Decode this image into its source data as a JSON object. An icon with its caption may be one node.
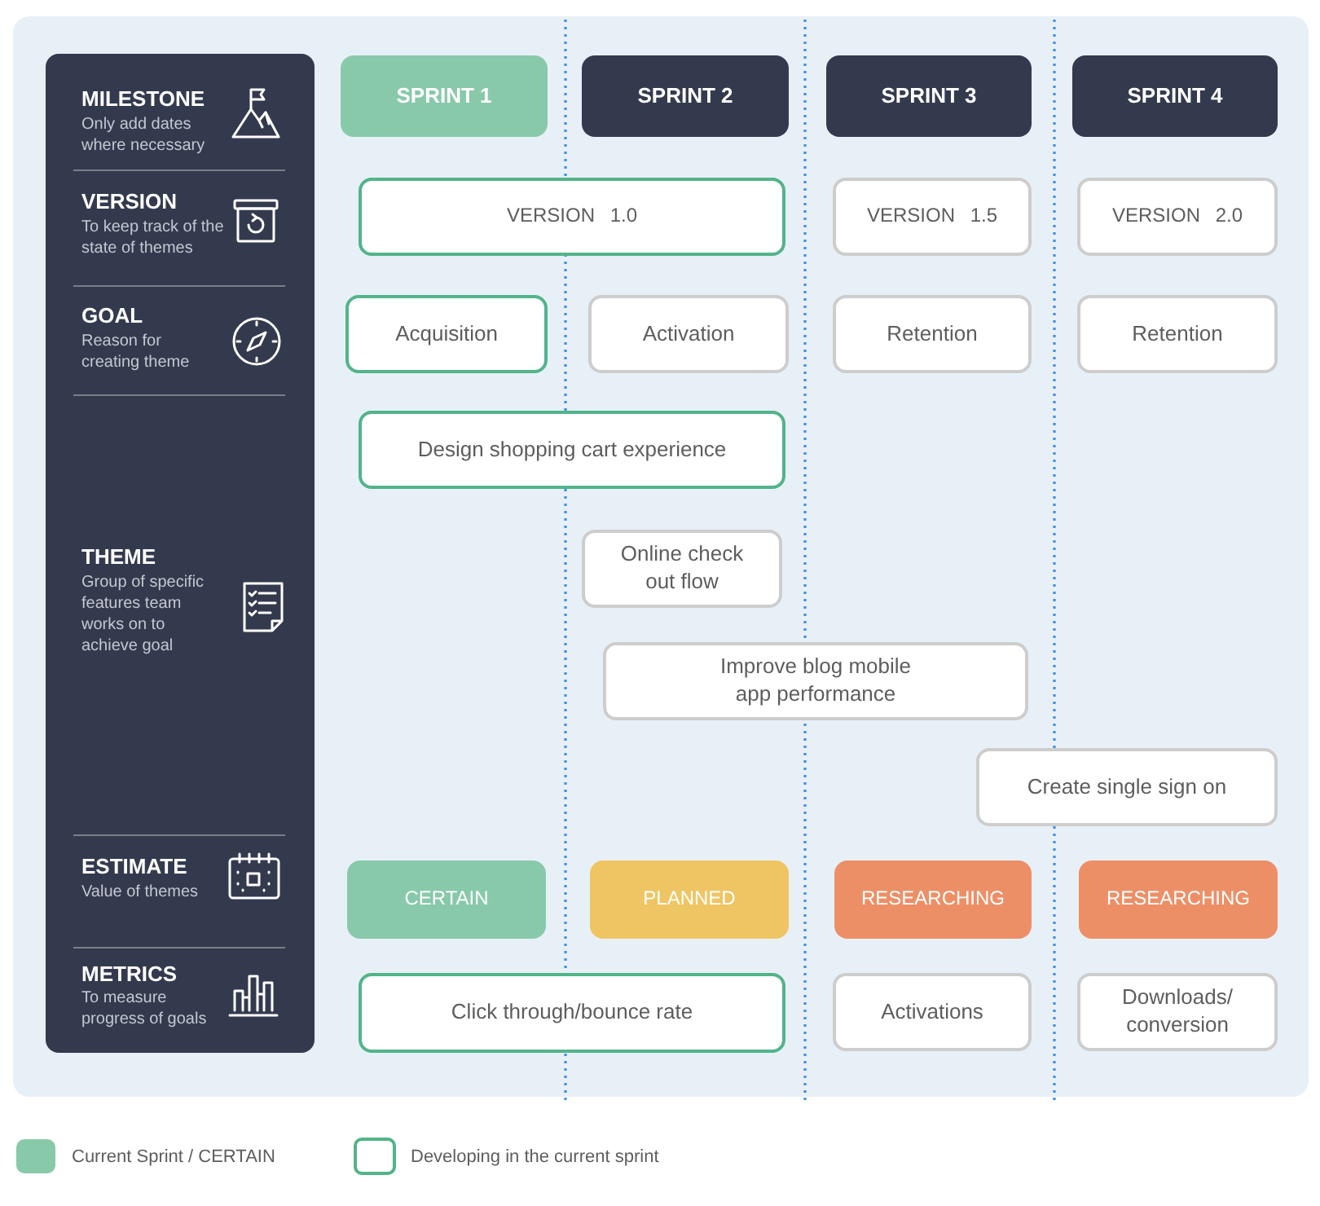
{
  "diagram": {
    "nodes": [
      {
        "text": [
          "MILESTONE",
          "Only add dates where necessary",
          "VERSION",
          "To keep track of the state of themes",
          "GOAL",
          "Reason for creating theme",
          "THEME",
          "Group of specific features team works on to achieve goal",
          "ESTIMATE",
          "Value of themes",
          "METRICS",
          "To measure progress of goals"
        ]
      },
      {
        "text": [
          "SPRINT 1"
        ]
      },
      {
        "text": [
          "SPRINT 2"
        ]
      },
      {
        "text": [
          "SPRINT 3"
        ]
      },
      {
        "text": [
          "SPRINT 4"
        ]
      },
      {
        "text": [
          "VERSION 1.0"
        ]
      },
      {
        "text": [
          "VERSION 1.5"
        ]
      },
      {
        "text": [
          "VERSION 2.0"
        ]
      },
      {
        "text": [
          "Acquisition"
        ]
      },
      {
        "text": [
          "Activation"
        ]
      },
      {
        "text": [
          "Retention"
        ]
      },
      {
        "text": [
          "Retention"
        ]
      },
      {
        "text": [
          "Design shopping cart experience"
        ]
      },
      {
        "text": [
          "Online check out flow"
        ]
      },
      {
        "text": [
          "Improve blog mobile app performance"
        ]
      },
      {
        "text": [
          "Create single sign on"
        ]
      },
      {
        "text": [
          "CERTAIN"
        ]
      },
      {
        "text": [
          "PLANNED"
        ]
      },
      {
        "text": [
          "RESEARCHING"
        ]
      },
      {
        "text": [
          "RESEARCHING"
        ]
      },
      {
        "text": [
          "Click through/bounce rate"
        ]
      },
      {
        "text": [
          "Activations"
        ]
      },
      {
        "text": [
          "Downloads/ conversion"
        ]
      }
    ],
    "legend": [
      {
        "text": "Current Sprint / CERTAIN",
        "color": "#88c9aa"
      },
      {
        "text": "Developing in the current sprint"
      }
    ]
  }
}
